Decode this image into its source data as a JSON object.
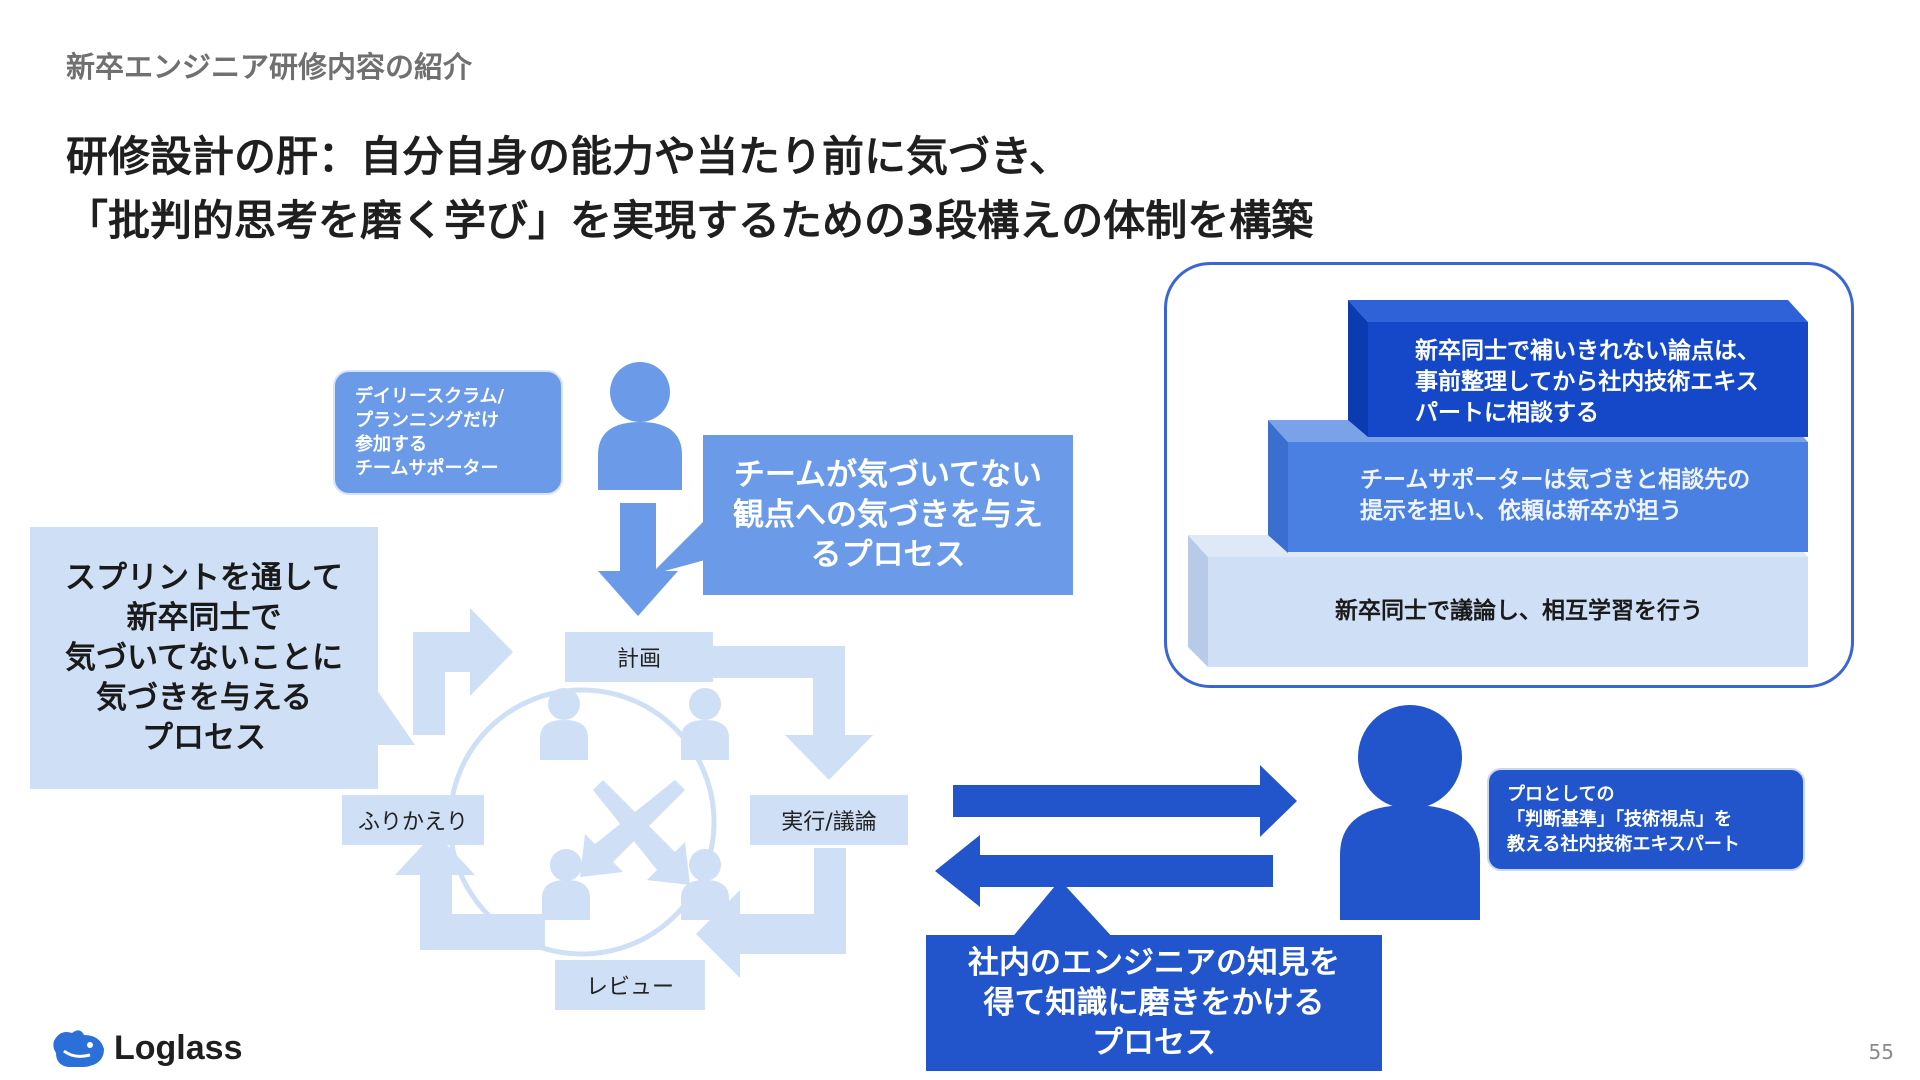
{
  "section_title": "新卒エンジニア研修内容の紹介",
  "headline": {
    "line1": "研修設計の肝：自分自身の能力や当たり前に気づき、",
    "line2": "「批判的思考を磨く学び」を実現するための3段構えの体制を構築"
  },
  "team_supporter": {
    "label": "デイリースクラム/\nプランニングだけ\n参加する\nチームサポーター",
    "callout": "チームが気づいてない\n観点への気づきを与え\nるプロセス"
  },
  "sprint_callout": "スプリントを通して\n新卒同士で\n気づいてないことに\n気づきを与える\nプロセス",
  "cycle": {
    "plan": "計画",
    "execute": "実行/議論",
    "review": "レビュー",
    "retro": "ふりかえり"
  },
  "expert": {
    "label": "プロとしての\n「判断基準」「技術視点」を\n教える社内技術エキスパート",
    "callout": "社内のエンジニアの知見を\n得て知識に磨きをかける\nプロセス"
  },
  "stairs": {
    "top": "新卒同士で補いきれない論点は、\n事前整理してから社内技術エキス\nパートに相談する",
    "middle": "チームサポーターは気づきと相談先の\n提示を担い、依頼は新卒が担う",
    "bottom": "新卒同士で議論し、相互学習を行う"
  },
  "logo_text": "Loglass",
  "page_number": "55",
  "colors": {
    "light_blue": "#cfdff5",
    "mid_blue": "#6b9be8",
    "dark_blue": "#2255cc",
    "gray_text": "#707070"
  }
}
